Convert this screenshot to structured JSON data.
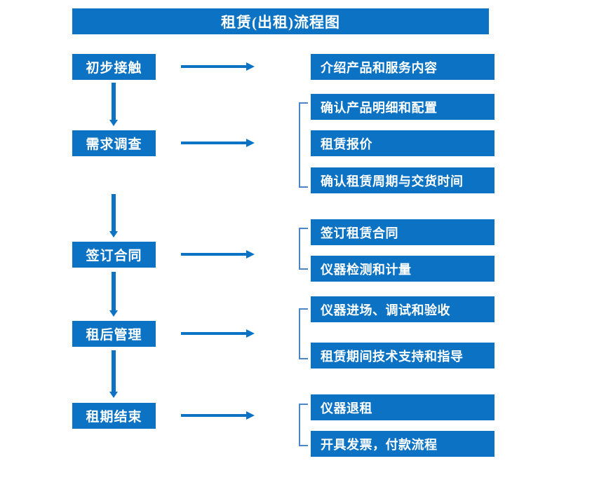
{
  "diagram": {
    "title": "租赁(出租)流程图",
    "colors": {
      "box_fill": "#0b72c4",
      "box_text": "#ffffff",
      "arrow": "#0b72c4",
      "bracket": "#4a86c8",
      "background": "#ffffff"
    },
    "stages": [
      {
        "label": "初步接触"
      },
      {
        "label": "需求调查"
      },
      {
        "label": "签订合同"
      },
      {
        "label": "租后管理"
      },
      {
        "label": "租期结束"
      }
    ],
    "groups": [
      {
        "stage": "初步接触",
        "bracket": false,
        "items": [
          {
            "label": "介绍产品和服务内容"
          }
        ]
      },
      {
        "stage": "需求调查",
        "bracket": true,
        "items": [
          {
            "label": "确认产品明细和配置"
          },
          {
            "label": "租赁报价"
          },
          {
            "label": "确认租赁周期与交货时间"
          }
        ]
      },
      {
        "stage": "签订合同",
        "bracket": true,
        "items": [
          {
            "label": "签订租赁合同"
          },
          {
            "label": "仪器检测和计量"
          }
        ]
      },
      {
        "stage": "租后管理",
        "bracket": true,
        "items": [
          {
            "label": "仪器进场、调试和验收"
          },
          {
            "label": "租赁期间技术支持和指导"
          }
        ]
      },
      {
        "stage": "租期结束",
        "bracket": true,
        "items": [
          {
            "label": "仪器退租"
          },
          {
            "label": "开具发票，付款流程"
          }
        ]
      }
    ]
  }
}
